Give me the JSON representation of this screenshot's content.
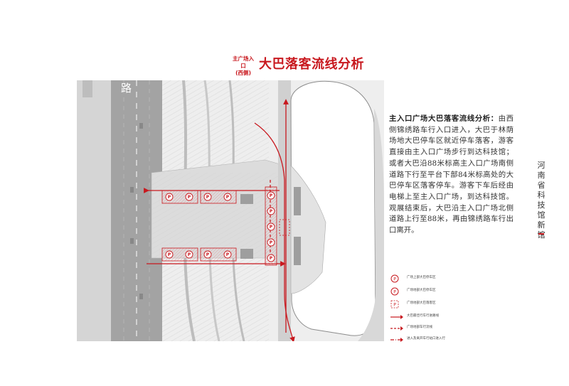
{
  "title": {
    "small_line1": "主广场入口",
    "small_line2": "(西侧)",
    "main": "大巴落客流线分析"
  },
  "map": {
    "road_label": "路"
  },
  "description": {
    "lead": "主入口广场大巴落客流线分析：",
    "body": "由西侧锦绣路车行入口进入，大巴于林荫场地大巴停车区就近停车落客，游客直接由主入口广场步行到达科技馆；或者大巴沿88米标高主入口广场南侧道路下行至平台下部84米标高处的大巴停车区落客停车。游客下车后经由电梯上至主入口广场，到达科技馆。观展结束后，大巴沿主入口广场北侧道路上行至88米，再由锦绣路车行出口离开。"
  },
  "side_title": [
    "河",
    "南",
    "省",
    "科",
    "技",
    "馆",
    "新",
    "馆"
  ],
  "legend": {
    "items": [
      {
        "icon": "bus-parking-ground-icon",
        "label": "广场上部大巴停车区"
      },
      {
        "icon": "bus-parking-lower-icon",
        "label": "广场地部大巴停车区"
      },
      {
        "icon": "bus-parking-lower-zone-icon",
        "label": "广场地部大巴落客区"
      },
      {
        "icon": "solid-arrow-icon",
        "label": "大巴最佳行车行进路线"
      },
      {
        "icon": "dashed-arrow-icon",
        "label": "广场地部车行流线"
      },
      {
        "icon": "dash-dot-arrow-icon",
        "label": "进入及离开车行站口进入行"
      }
    ]
  },
  "colors": {
    "accent": "#c8181e",
    "road": "#9a9a9a",
    "plaza": "#e6e6e6",
    "building": "#ffffff"
  }
}
